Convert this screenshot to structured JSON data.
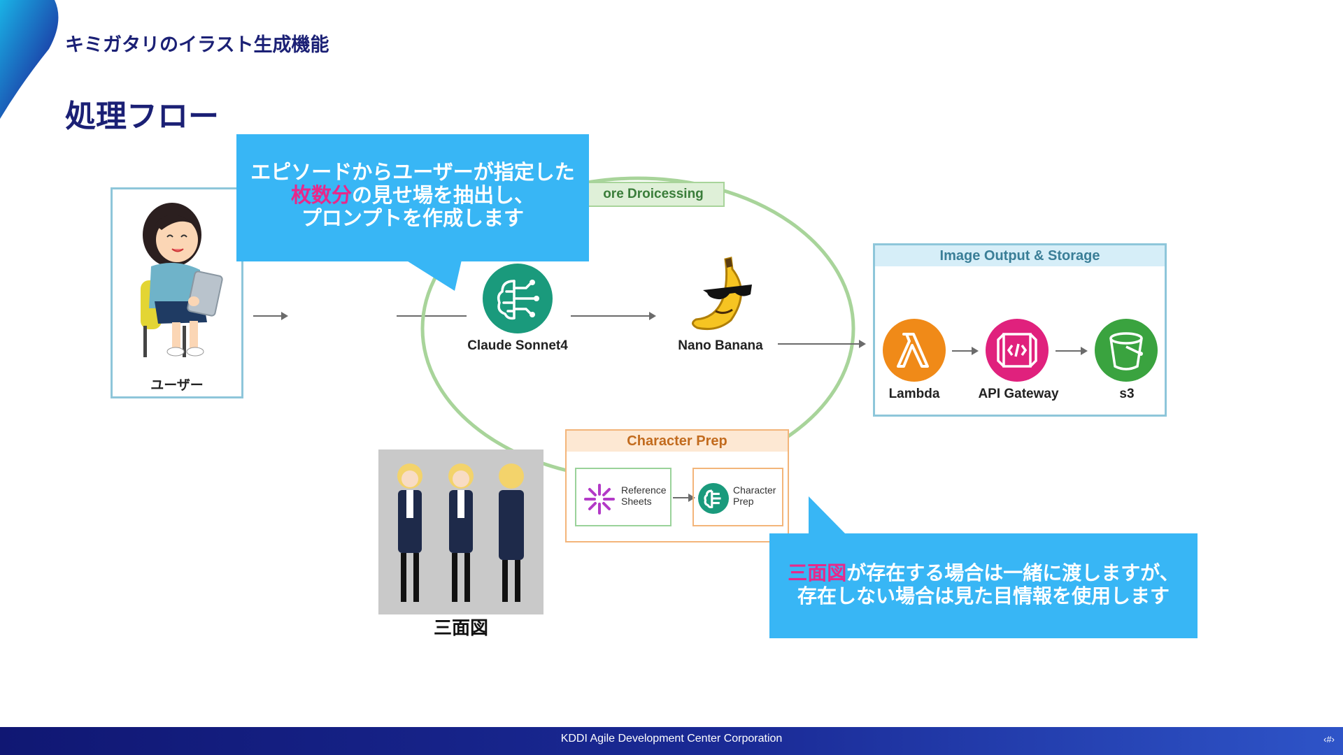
{
  "header": {
    "subtitle": "キミガタリのイラスト生成機能",
    "title": "処理フロー"
  },
  "user_box": {
    "label": "ユーザー"
  },
  "preprocessing": {
    "label": "ore Droicessing"
  },
  "nodes": {
    "claude": "Claude Sonnet4",
    "nano": "Nano Banana"
  },
  "output_box": {
    "title": "Image Output & Storage",
    "items": [
      "Lambda",
      "API Gateway",
      "s3"
    ]
  },
  "character_prep": {
    "title": "Character Prep",
    "reference": "Reference\nSheets",
    "prep": "Character\nPrep"
  },
  "three_view": {
    "label": "三面図"
  },
  "callout_top": {
    "line1": "エピソードからユーザーが指定した",
    "line2_highlight": "枚数分",
    "line2_rest": "の見せ場を抽出し、",
    "line3": "プロンプトを作成します"
  },
  "callout_bottom": {
    "line1_highlight": "三面図",
    "line1_rest": "が存在する場合は一緒に渡しますが、",
    "line2": "存在しない場合は見た目情報を使用します"
  },
  "footer": {
    "company": "KDDI Agile Development Center Corporation",
    "page": "‹#›"
  },
  "colors": {
    "brand_navy": "#1b2075",
    "callout_blue": "#38b6f5",
    "highlight_pink": "#e8288a",
    "lambda_orange": "#f08a18",
    "gateway_pink": "#e0217d",
    "s3_green": "#3aa33f",
    "bedrock_teal": "#1a9a7c"
  }
}
